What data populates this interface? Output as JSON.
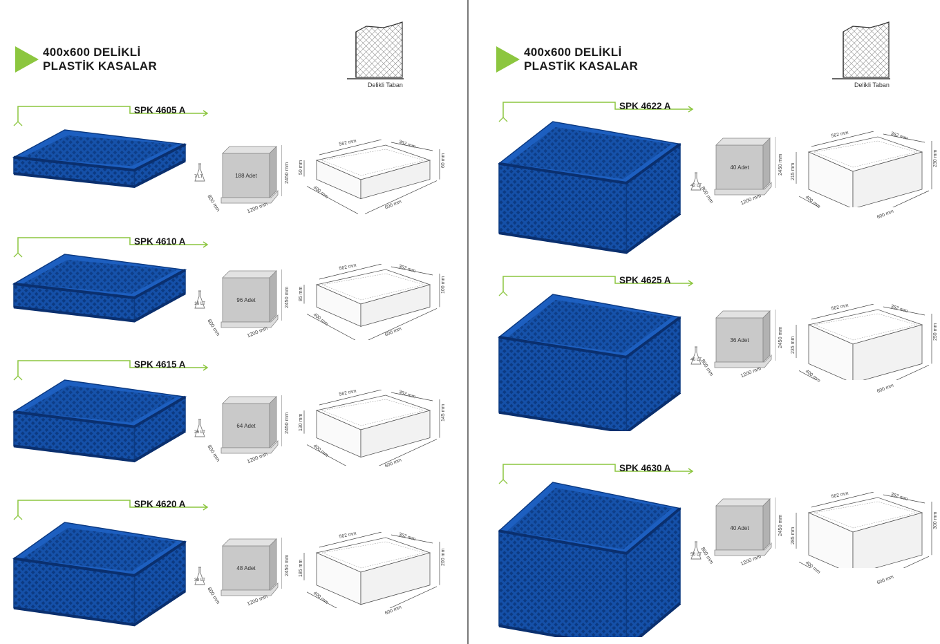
{
  "colors": {
    "accent": "#8cc63f",
    "crate_blue": "#1550a8",
    "crate_dark": "#0c3a82",
    "pallet_grey": "#c9c9c9"
  },
  "pages": [
    {
      "heading": {
        "line1": "400x600 DELİKLİ",
        "line2": "PLASTİK KASALAR"
      },
      "base_label": "Delikli Taban",
      "products": [
        {
          "code": "SPK 4605 A",
          "volume": "7 LT",
          "qty": "188 Adet",
          "pallet_h": "2450 mm",
          "pallet_w": "800 mm",
          "pallet_l": "1200 mm",
          "inner_h": "50 mm",
          "outer_h": "60 mm",
          "top_l": "562 mm",
          "top_w": "362 mm",
          "bot_w": "400 mm",
          "bot_l": "600 mm",
          "depth": 0.2
        },
        {
          "code": "SPK 4610 A",
          "volume": "16 LT",
          "qty": "96 Adet",
          "pallet_h": "2450 mm",
          "pallet_w": "800 mm",
          "pallet_l": "1200 mm",
          "inner_h": "85 mm",
          "outer_h": "100 mm",
          "top_l": "562 mm",
          "top_w": "362 mm",
          "bot_w": "400 mm",
          "bot_l": "600 mm",
          "depth": 0.3
        },
        {
          "code": "SPK 4615 A",
          "volume": "26 LT",
          "qty": "64 Adet",
          "pallet_h": "2450 mm",
          "pallet_w": "800 mm",
          "pallet_l": "1200 mm",
          "inner_h": "130 mm",
          "outer_h": "145 mm",
          "top_l": "562 mm",
          "top_w": "362 mm",
          "bot_w": "400 mm",
          "bot_l": "600 mm",
          "depth": 0.45
        },
        {
          "code": "SPK 4620 A",
          "volume": "38 LT",
          "qty": "48 Adet",
          "pallet_h": "2450 mm",
          "pallet_w": "800 mm",
          "pallet_l": "1200 mm",
          "inner_h": "185 mm",
          "outer_h": "200 mm",
          "top_l": "562 mm",
          "top_w": "362 mm",
          "bot_w": "400 mm",
          "bot_l": "600 mm",
          "depth": 0.6
        }
      ]
    },
    {
      "heading": {
        "line1": "400x600 DELİKLİ",
        "line2": "PLASTİK KASALAR"
      },
      "base_label": "Delikli Taban",
      "products": [
        {
          "code": "SPK 4622 A",
          "volume": "42 LT",
          "qty": "40 Adet",
          "pallet_h": "2450 mm",
          "pallet_w": "800 mm",
          "pallet_l": "1200 mm",
          "inner_h": "215 mm",
          "outer_h": "230 mm",
          "top_l": "562 mm",
          "top_w": "362 mm",
          "bot_w": "400 mm",
          "bot_l": "600 mm",
          "depth": 0.75
        },
        {
          "code": "SPK 4625 A",
          "volume": "46 LT",
          "qty": "36 Adet",
          "pallet_h": "2450 mm",
          "pallet_w": "800 mm",
          "pallet_l": "1200 mm",
          "inner_h": "235 mm",
          "outer_h": "250 mm",
          "top_l": "562 mm",
          "top_w": "362 mm",
          "bot_w": "400 mm",
          "bot_l": "600 mm",
          "depth": 0.8
        },
        {
          "code": "SPK 4630 A",
          "volume": "56 LT",
          "qty": "40 Adet",
          "pallet_h": "2450 mm",
          "pallet_w": "800 mm",
          "pallet_l": "1200 mm",
          "inner_h": "285 mm",
          "outer_h": "300 mm",
          "top_l": "562 mm",
          "top_w": "362 mm",
          "bot_w": "400 mm",
          "bot_l": "600 mm",
          "depth": 0.9
        }
      ]
    }
  ]
}
